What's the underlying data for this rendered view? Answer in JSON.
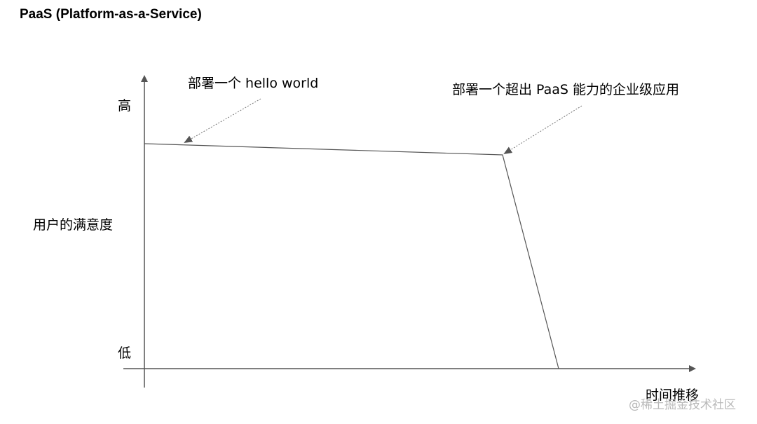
{
  "diagram": {
    "title": "PaaS (Platform-as-a-Service)",
    "y_axis": {
      "name": "用户的满意度",
      "high_label": "高",
      "low_label": "低"
    },
    "x_axis": {
      "name": "时间推移"
    },
    "annotations": [
      {
        "id": "hello-world",
        "text": "部署一个 hello world"
      },
      {
        "id": "enterprise-app",
        "text": "部署一个超出 PaaS 能力的企业级应用"
      }
    ],
    "colors": {
      "axis": "#555555",
      "curve": "#555555",
      "leader": "#777777",
      "watermark": "#b9b9b9"
    }
  },
  "watermark": "@稀土掘金技术社区"
}
